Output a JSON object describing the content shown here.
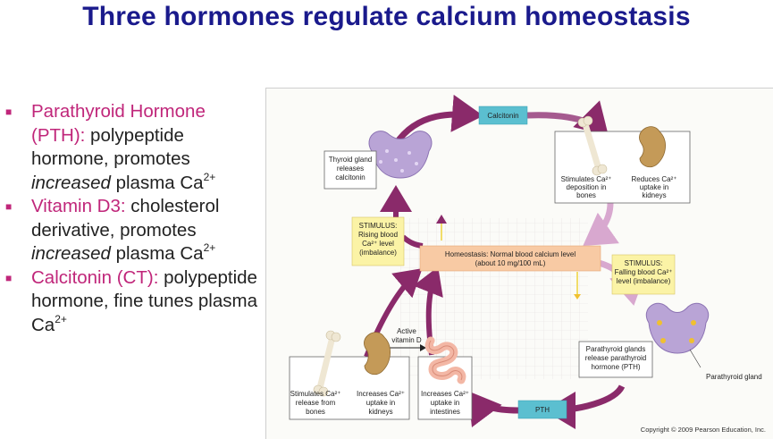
{
  "slide": {
    "title": "Three hormones regulate calcium homeostasis",
    "bullets": [
      {
        "name": "Parathyroid Hormone (PTH):",
        "pre": " polypeptide hormone, promotes ",
        "emph": "increased",
        "post": " plasma Ca",
        "sup": "2+"
      },
      {
        "name": "Vitamin D3:",
        "pre": " cholesterol derivative, promotes ",
        "emph": "increased",
        "post": " plasma Ca",
        "sup": "2+"
      },
      {
        "name": "Calcitonin (CT):",
        "pre": " polypeptide hormone, fine tunes plasma Ca",
        "emph": "",
        "post": "",
        "sup": "2+"
      }
    ]
  },
  "diagram": {
    "calcitonin_label": "Calcitonin",
    "pth_label": "PTH",
    "thyroid_label": [
      "Thyroid gland",
      "releases",
      "calcitonin"
    ],
    "stim_bones": [
      "Stimulates Ca²⁺",
      "deposition in",
      "bones"
    ],
    "reduce_kidneys": [
      "Reduces Ca²⁺",
      "uptake in",
      "kidneys"
    ],
    "stimulus_rising": [
      "STIMULUS:",
      "Rising blood",
      "Ca²⁺ level",
      "(imbalance)"
    ],
    "homeostasis": [
      "Homeostasis: Normal blood calcium level",
      "(about 10 mg/100 mL)"
    ],
    "stimulus_falling": [
      "STIMULUS:",
      "Falling blood Ca²⁺",
      "level (imbalance)"
    ],
    "active_vitd": [
      "Active",
      "vitamin D"
    ],
    "parathyroid_release": [
      "Parathyroid glands",
      "release parathyroid",
      "hormone (PTH)"
    ],
    "parathyroid_gland": "Parathyroid gland",
    "release_bones": [
      "Stimulates Ca²⁺",
      "release from",
      "bones"
    ],
    "increase_kidneys": [
      "Increases Ca²⁺",
      "uptake in",
      "kidneys"
    ],
    "increase_intestines": [
      "Increases Ca²⁺",
      "uptake in",
      "intestines"
    ],
    "copyright": "Copyright © 2009 Pearson Education, Inc.",
    "colors": {
      "arrow_purple": "#8a2a6a",
      "arrow_light": "#d8a8cf",
      "teal_box": "#5bbfd0",
      "yellow_box": "#fbf3a6",
      "homeostasis_box": "#f8caa4"
    }
  }
}
